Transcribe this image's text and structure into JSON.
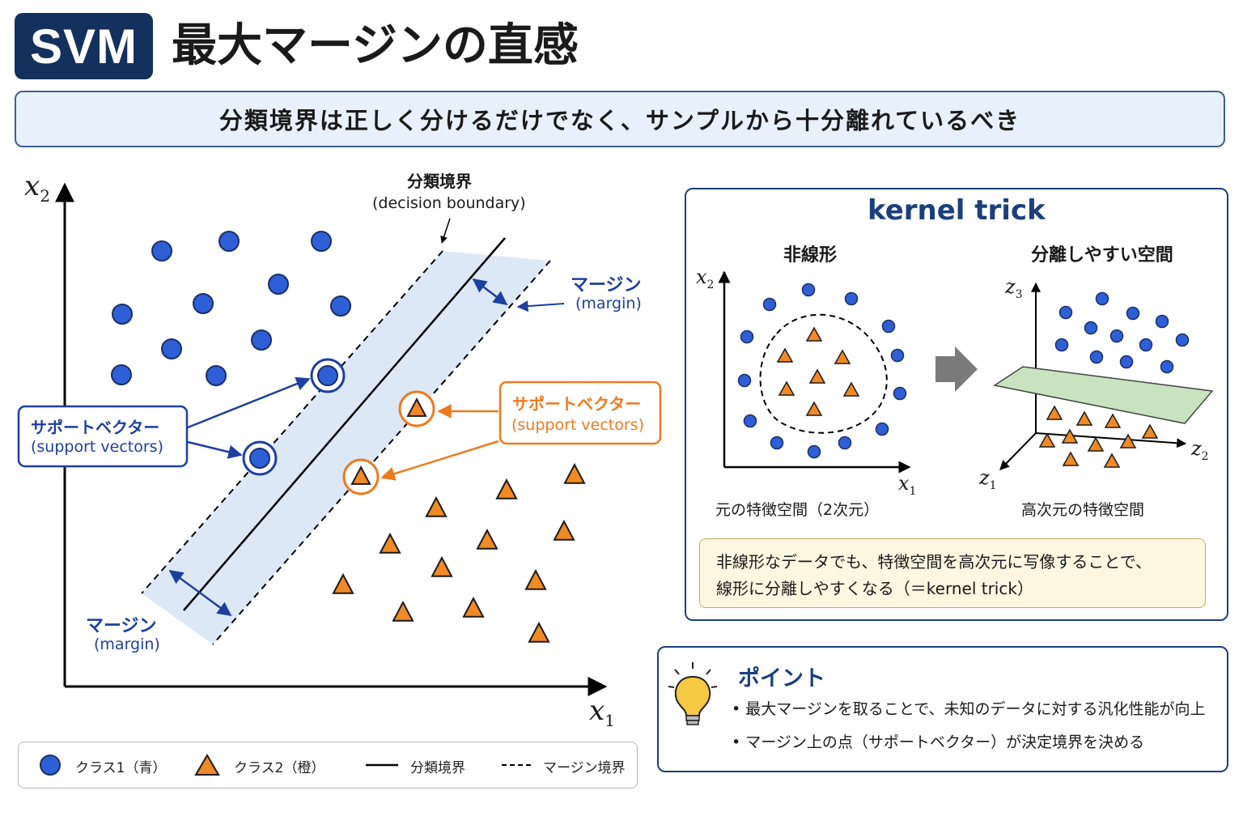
{
  "header": {
    "badge": "SVM",
    "title": "最大マージンの直感",
    "subtitle": "分類境界は正しく分けるだけでなく、サンプルから十分離れているべき"
  },
  "main_plot": {
    "x_axis_label": "x",
    "x_axis_sub": "1",
    "y_axis_label": "x",
    "y_axis_sub": "2",
    "boundary_label_ja": "分類境界",
    "boundary_label_en": "(decision boundary)",
    "margin_label_ja": "マージン",
    "margin_label_en": "(margin)",
    "sv_label_ja": "サポートベクター",
    "sv_label_en": "(support vectors)",
    "class1_points": [
      [
        200,
        310
      ],
      [
        283,
        298
      ],
      [
        397,
        298
      ],
      [
        344,
        351
      ],
      [
        151,
        388
      ],
      [
        251,
        375
      ],
      [
        421,
        378
      ],
      [
        212,
        431
      ],
      [
        323,
        420
      ],
      [
        150,
        463
      ],
      [
        267,
        464
      ]
    ],
    "class1_support_vectors": [
      [
        405,
        464
      ],
      [
        321,
        566
      ]
    ],
    "class2_points": [
      [
        539,
        628
      ],
      [
        626,
        606
      ],
      [
        710,
        587
      ],
      [
        482,
        673
      ],
      [
        602,
        668
      ],
      [
        697,
        657
      ],
      [
        546,
        702
      ],
      [
        424,
        723
      ],
      [
        662,
        718
      ],
      [
        498,
        757
      ],
      [
        585,
        752
      ],
      [
        666,
        783
      ]
    ],
    "class2_support_vectors": [
      [
        515,
        505
      ],
      [
        446,
        589
      ]
    ],
    "colors": {
      "class1": "#2f5fd6",
      "class2": "#f08a24",
      "sv_blue": "#1e3fa0",
      "sv_orange": "#ee7a1e",
      "margin_band": "#dde8f7"
    }
  },
  "legend": {
    "class1": "クラス1（青）",
    "class2": "クラス2（橙）",
    "boundary": "分類境界",
    "margin_boundary": "マージン境界"
  },
  "kernel": {
    "title": "kernel trick",
    "left_title": "非線形",
    "right_title": "分離しやすい空間",
    "left_caption": "元の特徴空間（2次元）",
    "right_caption": "高次元の特徴空間",
    "left_x_label": "x",
    "left_x_sub": "1",
    "left_y_label": "x",
    "left_y_sub": "2",
    "right_z1": "z",
    "right_z1_sub": "1",
    "right_z2": "z",
    "right_z2_sub": "2",
    "right_z3": "z",
    "right_z3_sub": "3",
    "note_line1": "非線形なデータでも、特徴空間を高次元に写像することで、",
    "note_line2": "線形に分離しやすくなる（＝kernel trick）"
  },
  "point": {
    "title": "ポイント",
    "items": [
      "• 最大マージンを取ることで、未知のデータに対する汎化性能が向上",
      "• マージン上の点（サポートベクター）が決定境界を決める"
    ]
  }
}
